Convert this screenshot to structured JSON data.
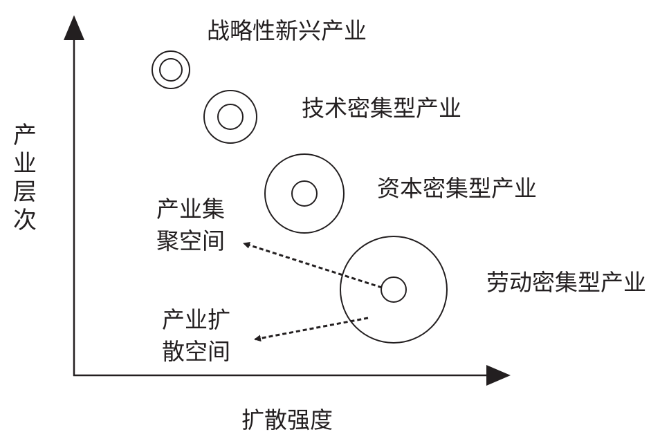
{
  "axes": {
    "y_label": "产业层次",
    "x_label": "扩散强度"
  },
  "industries": [
    {
      "label": "战略性新兴产业"
    },
    {
      "label": "技术密集型产业"
    },
    {
      "label": "资本密集型产业"
    },
    {
      "label": "劳动密集型产业"
    }
  ],
  "spaces": {
    "cluster": {
      "line1": "产业集",
      "line2": "聚空间"
    },
    "diffusion": {
      "line1": "产业扩",
      "line2": "散空间"
    }
  },
  "colors": {
    "ink": "#231f20",
    "background": "#ffffff"
  }
}
